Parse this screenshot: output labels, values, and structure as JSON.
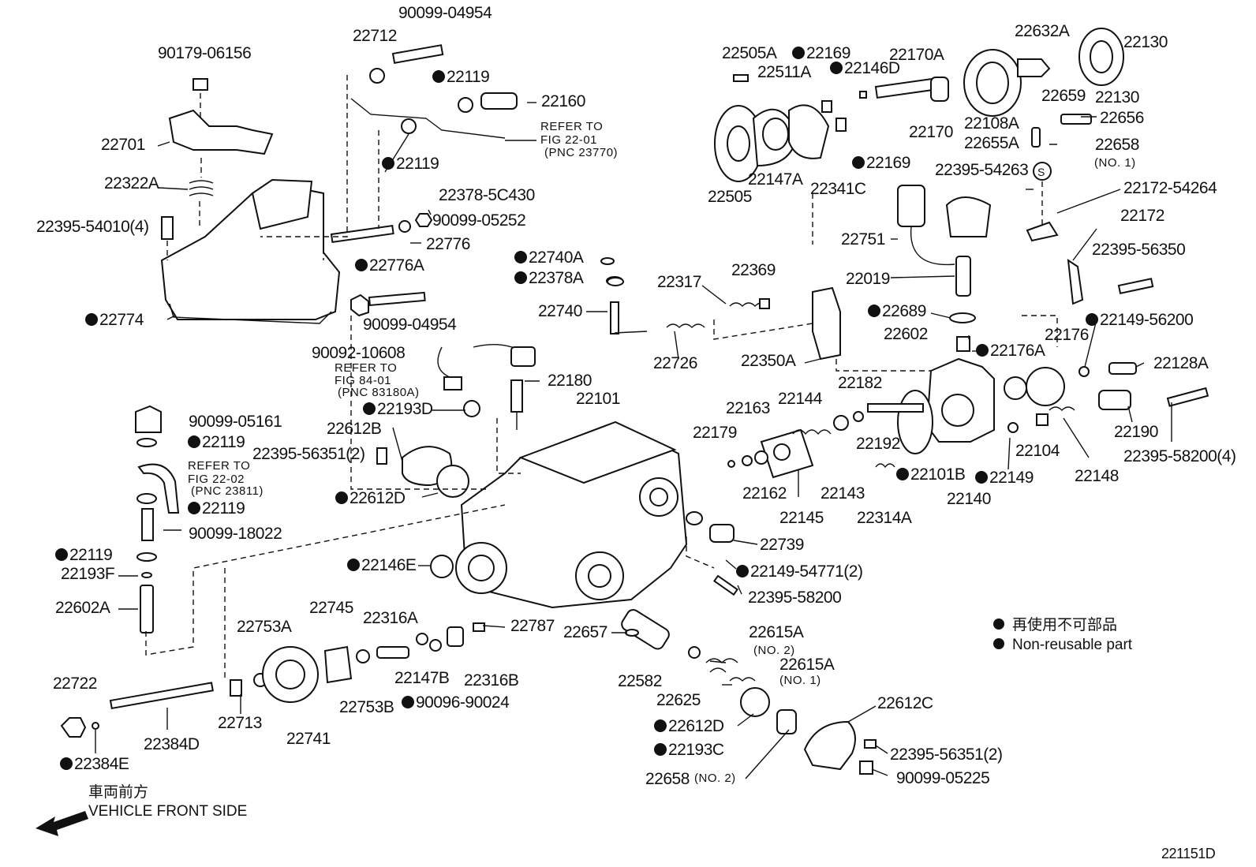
{
  "diagram_id": "221151D",
  "legend": {
    "line_jp": "再使用不可部品",
    "line_en": "Non-reusable part"
  },
  "direction": {
    "line_jp": "車両前方",
    "line_en": "VEHICLE FRONT SIDE"
  },
  "labels": [
    {
      "id": "l1",
      "text": "90099-04954",
      "dot": false
    },
    {
      "id": "l2",
      "text": "22712",
      "dot": false
    },
    {
      "id": "l3",
      "text": "90179-06156",
      "dot": false
    },
    {
      "id": "l4",
      "text": "22119",
      "dot": true
    },
    {
      "id": "l5",
      "text": "22160",
      "dot": false
    },
    {
      "id": "l6",
      "text": "22701",
      "dot": false
    },
    {
      "id": "l7",
      "text": "22119",
      "dot": true
    },
    {
      "id": "l8",
      "text": "22322A",
      "dot": false
    },
    {
      "id": "l9",
      "text": "22378-5C430",
      "dot": false
    },
    {
      "id": "l10",
      "text": "90099-05252",
      "dot": false
    },
    {
      "id": "l11",
      "text": "22395-54010(4)",
      "dot": false
    },
    {
      "id": "l12",
      "text": "22776",
      "dot": false
    },
    {
      "id": "l13",
      "text": "22776A",
      "dot": true
    },
    {
      "id": "l14",
      "text": "22774",
      "dot": true
    },
    {
      "id": "l15",
      "text": "22740A",
      "dot": true
    },
    {
      "id": "l16",
      "text": "22378A",
      "dot": true
    },
    {
      "id": "l17",
      "text": "22740",
      "dot": false
    },
    {
      "id": "l18",
      "text": "90099-04954",
      "dot": false
    },
    {
      "id": "l19",
      "text": "90092-10608",
      "dot": false
    },
    {
      "id": "l20",
      "text": "22180",
      "dot": false
    },
    {
      "id": "l21",
      "text": "22193D",
      "dot": true
    },
    {
      "id": "l22",
      "text": "22101",
      "dot": false
    },
    {
      "id": "l23",
      "text": "90099-05161",
      "dot": false
    },
    {
      "id": "l24",
      "text": "22119",
      "dot": true
    },
    {
      "id": "l25",
      "text": "22612B",
      "dot": false
    },
    {
      "id": "l26",
      "text": "22395-56351(2)",
      "dot": false
    },
    {
      "id": "l27",
      "text": "22612D",
      "dot": true
    },
    {
      "id": "l28",
      "text": "22119",
      "dot": true
    },
    {
      "id": "l29",
      "text": "90099-18022",
      "dot": false
    },
    {
      "id": "l30",
      "text": "22119",
      "dot": true
    },
    {
      "id": "l31",
      "text": "22193F",
      "dot": false
    },
    {
      "id": "l32",
      "text": "22602A",
      "dot": false
    },
    {
      "id": "l33",
      "text": "22146E",
      "dot": true
    },
    {
      "id": "l34",
      "text": "22745",
      "dot": false
    },
    {
      "id": "l35",
      "text": "22753A",
      "dot": false
    },
    {
      "id": "l36",
      "text": "22316A",
      "dot": false
    },
    {
      "id": "l37",
      "text": "22787",
      "dot": false
    },
    {
      "id": "l38",
      "text": "22147B",
      "dot": false
    },
    {
      "id": "l39",
      "text": "22316B",
      "dot": false
    },
    {
      "id": "l40",
      "text": "22722",
      "dot": false
    },
    {
      "id": "l41",
      "text": "22753B",
      "dot": false
    },
    {
      "id": "l42",
      "text": "90096-90024",
      "dot": true
    },
    {
      "id": "l43",
      "text": "22713",
      "dot": false
    },
    {
      "id": "l44",
      "text": "22741",
      "dot": false
    },
    {
      "id": "l45",
      "text": "22384D",
      "dot": false
    },
    {
      "id": "l46",
      "text": "22384E",
      "dot": true
    },
    {
      "id": "l47",
      "text": "22505A",
      "dot": false
    },
    {
      "id": "l48",
      "text": "22169",
      "dot": true
    },
    {
      "id": "l49",
      "text": "22511A",
      "dot": false
    },
    {
      "id": "l50",
      "text": "22146D",
      "dot": true
    },
    {
      "id": "l51",
      "text": "22170A",
      "dot": false
    },
    {
      "id": "l52",
      "text": "22632A",
      "dot": false
    },
    {
      "id": "l53",
      "text": "22130",
      "dot": false
    },
    {
      "id": "l54",
      "text": "22659",
      "dot": false
    },
    {
      "id": "l55",
      "text": "22130",
      "dot": false
    },
    {
      "id": "l56",
      "text": "22108A",
      "dot": false
    },
    {
      "id": "l57",
      "text": "22656",
      "dot": false
    },
    {
      "id": "l58",
      "text": "22170",
      "dot": false
    },
    {
      "id": "l59",
      "text": "22655A",
      "dot": false
    },
    {
      "id": "l60",
      "text": "22658",
      "dot": false
    },
    {
      "id": "l61",
      "text": "22169",
      "dot": true
    },
    {
      "id": "l62",
      "text": "22147A",
      "dot": false
    },
    {
      "id": "l63",
      "text": "22341C",
      "dot": false
    },
    {
      "id": "l64",
      "text": "22505",
      "dot": false
    },
    {
      "id": "l65",
      "text": "22395-54263",
      "dot": false
    },
    {
      "id": "l66",
      "text": "22172-54264",
      "dot": false
    },
    {
      "id": "l67",
      "text": "22751",
      "dot": false
    },
    {
      "id": "l68",
      "text": "22172",
      "dot": false
    },
    {
      "id": "l69",
      "text": "22395-56350",
      "dot": false
    },
    {
      "id": "l70",
      "text": "22019",
      "dot": false
    },
    {
      "id": "l71",
      "text": "22317",
      "dot": false
    },
    {
      "id": "l72",
      "text": "22369",
      "dot": false
    },
    {
      "id": "l73",
      "text": "22689",
      "dot": true
    },
    {
      "id": "l74",
      "text": "22149-56200",
      "dot": true
    },
    {
      "id": "l75",
      "text": "22602",
      "dot": false
    },
    {
      "id": "l76",
      "text": "22176A",
      "dot": true
    },
    {
      "id": "l77",
      "text": "22176",
      "dot": false
    },
    {
      "id": "l78",
      "text": "22726",
      "dot": false
    },
    {
      "id": "l79",
      "text": "22350A",
      "dot": false
    },
    {
      "id": "l80",
      "text": "22128A",
      "dot": false
    },
    {
      "id": "l81",
      "text": "22182",
      "dot": false
    },
    {
      "id": "l82",
      "text": "22144",
      "dot": false
    },
    {
      "id": "l83",
      "text": "22163",
      "dot": false
    },
    {
      "id": "l84",
      "text": "22179",
      "dot": false
    },
    {
      "id": "l85",
      "text": "22192",
      "dot": false
    },
    {
      "id": "l86",
      "text": "22190",
      "dot": false
    },
    {
      "id": "l87",
      "text": "22104",
      "dot": false
    },
    {
      "id": "l88",
      "text": "22395-58200(4)",
      "dot": false
    },
    {
      "id": "l89",
      "text": "22101B",
      "dot": true
    },
    {
      "id": "l90",
      "text": "22149",
      "dot": true
    },
    {
      "id": "l91",
      "text": "22148",
      "dot": false
    },
    {
      "id": "l92",
      "text": "22162",
      "dot": false
    },
    {
      "id": "l93",
      "text": "22143",
      "dot": false
    },
    {
      "id": "l94",
      "text": "22140",
      "dot": false
    },
    {
      "id": "l95",
      "text": "22145",
      "dot": false
    },
    {
      "id": "l96",
      "text": "22314A",
      "dot": false
    },
    {
      "id": "l97",
      "text": "22739",
      "dot": false
    },
    {
      "id": "l98",
      "text": "22149-54771(2)",
      "dot": true
    },
    {
      "id": "l99",
      "text": "22395-58200",
      "dot": false
    },
    {
      "id": "l100",
      "text": "22657",
      "dot": false
    },
    {
      "id": "l101",
      "text": "22615A",
      "dot": false
    },
    {
      "id": "l102",
      "text": "22615A",
      "dot": false
    },
    {
      "id": "l103",
      "text": "22582",
      "dot": false
    },
    {
      "id": "l104",
      "text": "22625",
      "dot": false
    },
    {
      "id": "l105",
      "text": "22612C",
      "dot": false
    },
    {
      "id": "l106",
      "text": "22612D",
      "dot": true
    },
    {
      "id": "l107",
      "text": "22395-56351(2)",
      "dot": false
    },
    {
      "id": "l108",
      "text": "22193C",
      "dot": true
    },
    {
      "id": "l109",
      "text": "90099-05225",
      "dot": false
    },
    {
      "id": "l110",
      "text": "22658",
      "dot": false
    }
  ],
  "notes": [
    {
      "id": "n1",
      "text": "REFER TO"
    },
    {
      "id": "n2",
      "text": "FIG 22-01"
    },
    {
      "id": "n3",
      "text": "(PNC 23770)"
    },
    {
      "id": "n4",
      "text": "REFER TO"
    },
    {
      "id": "n5",
      "text": "FIG 84-01"
    },
    {
      "id": "n6",
      "text": "(PNC 83180A)"
    },
    {
      "id": "n7",
      "text": "REFER TO"
    },
    {
      "id": "n8",
      "text": "FIG 22-02"
    },
    {
      "id": "n9",
      "text": "(PNC 23811)"
    },
    {
      "id": "n10",
      "text": "(NO. 1)"
    },
    {
      "id": "n11",
      "text": "(NO. 2)"
    },
    {
      "id": "n12",
      "text": "(NO. 1)"
    },
    {
      "id": "n13",
      "text": "(NO. 2)"
    },
    {
      "id": "n14",
      "text": "S"
    }
  ]
}
